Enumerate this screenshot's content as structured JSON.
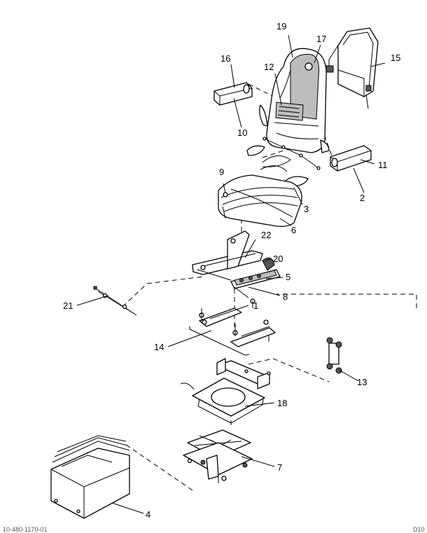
{
  "callouts": {
    "c1": "1",
    "c2": "2",
    "c3": "3",
    "c4": "4",
    "c5": "5",
    "c6": "6",
    "c7": "7",
    "c8": "8",
    "c9": "9",
    "c10": "10",
    "c11": "11",
    "c12": "12",
    "c13": "13",
    "c14": "14",
    "c15": "15",
    "c16": "16",
    "c17": "17",
    "c18": "18",
    "c19": "19",
    "c20": "20",
    "c21": "21",
    "c22": "22"
  },
  "footer": {
    "left": "10-480-1170-01",
    "right": "D10"
  }
}
